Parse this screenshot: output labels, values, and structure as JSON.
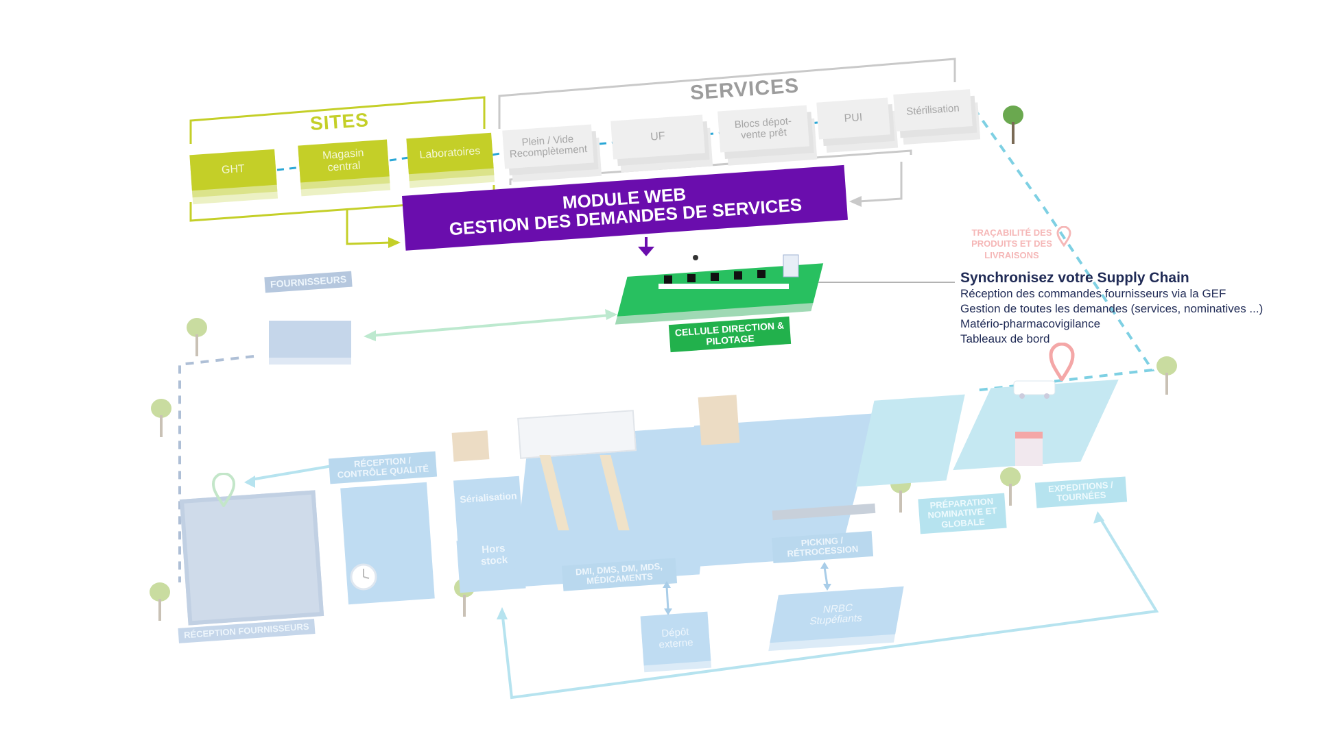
{
  "sites": {
    "title": "SITES",
    "items": [
      {
        "label": "GHT"
      },
      {
        "label": "Magasin central"
      },
      {
        "label": "Laboratoires"
      }
    ]
  },
  "services": {
    "title": "SERVICES",
    "items": [
      {
        "label": "Plein / Vide Recomplètement"
      },
      {
        "label": "UF"
      },
      {
        "label": "Blocs dépot-vente prêt"
      },
      {
        "label": "PUI"
      },
      {
        "label": "Stérilisation"
      }
    ]
  },
  "module_web": {
    "line1": "MODULE WEB",
    "line2": "GESTION DES DEMANDES DE SERVICES"
  },
  "cellule": {
    "label": "CELLULE DIRECTION & PILOTAGE"
  },
  "tracabilite": {
    "label": "TRAÇABILITÉ DES PRODUITS ET DES LIVRAISONS"
  },
  "info": {
    "title": "Synchronisez votre Supply Chain",
    "lines": [
      "Réception des commandes fournisseurs via la GEF",
      "Gestion de toutes les demandes (services, nominatives ...)",
      "Matério-pharmacovigilance",
      "Tableaux de bord"
    ]
  },
  "zones": {
    "fournisseurs": "FOURNISSEURS",
    "reception_fournisseurs": "RÉCEPTION FOURNISSEURS",
    "reception_controle": "RÉCEPTION / CONTRÔLE QUALITÉ",
    "serialisation": "Sérialisation",
    "hors_stock": "Hors stock",
    "dmi": "DMI, DMS, DM, MDS, MÉDICAMENTS",
    "picking": "PICKING / RÉTROCESSION",
    "preparation": "PRÉPARATION NOMINATIVE ET GLOBALE",
    "expeditions": "EXPEDITIONS / TOURNÉES",
    "depot_externe": "Dépôt externe",
    "nrbc": "NRBC Stupéfiants"
  },
  "colors": {
    "sites_green": "#c4cf28",
    "module_purple": "#6a0dad",
    "cellule_green": "#22b14c",
    "info_navy": "#1f2a55",
    "floor_blue": "#bfdcf2",
    "expedition_cyan": "#b6e3ef",
    "tracabilite_pink": "#f5b7b7"
  }
}
